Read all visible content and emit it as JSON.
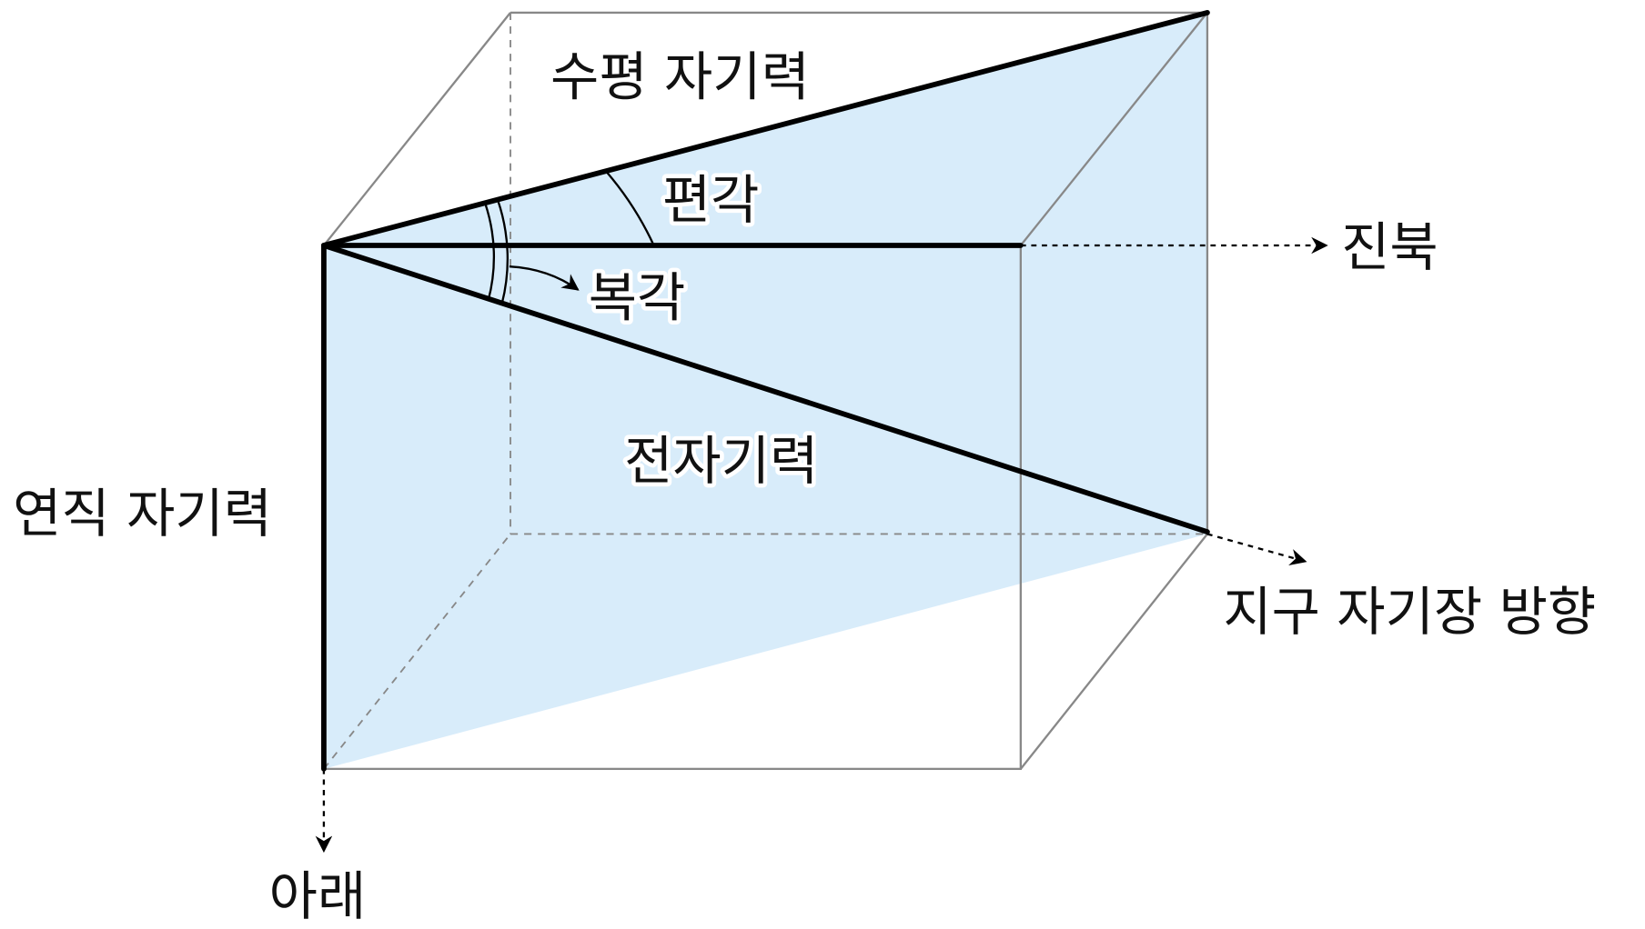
{
  "labels": {
    "horizontal_force": "수평 자기력",
    "declination": "편각",
    "true_north": "진북",
    "inclination": "복각",
    "total_force": "전자기력",
    "vertical_force": "연직 자기력",
    "field_direction": "지구 자기장 방향",
    "down": "아래"
  },
  "colors": {
    "plane_fill": "#d8ecfa",
    "box_edge": "#888888",
    "vector": "#000000"
  }
}
